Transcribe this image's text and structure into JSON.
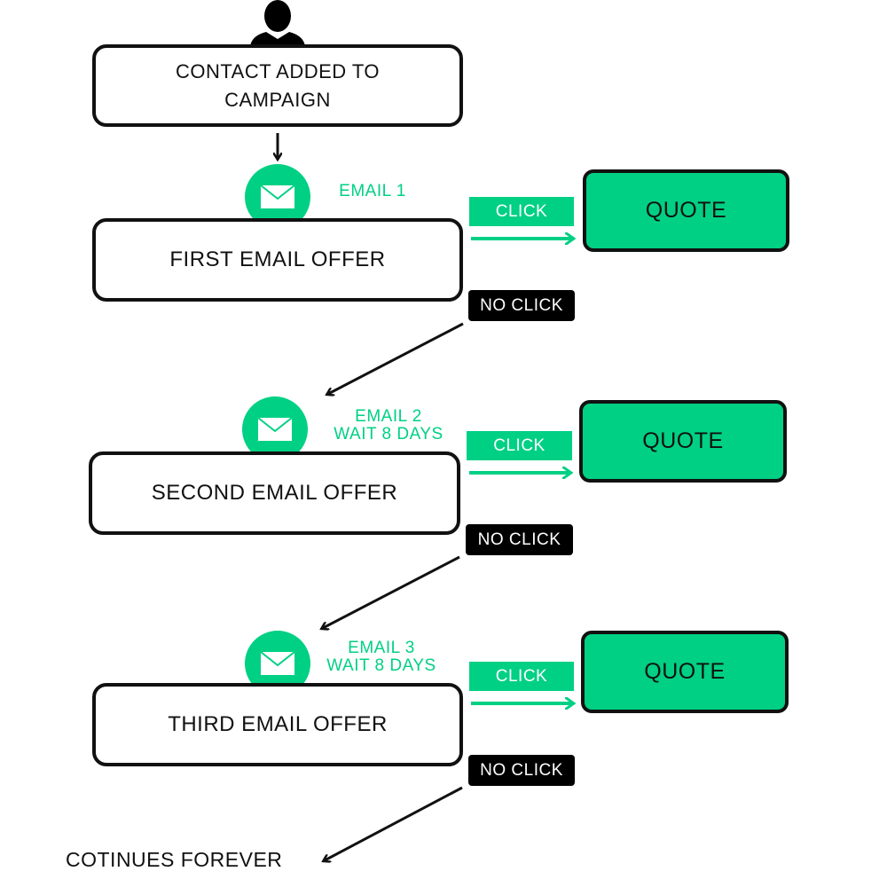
{
  "start": {
    "line1": "CONTACT ADDED TO",
    "line2": "CAMPAIGN",
    "icon": "person-icon"
  },
  "steps": [
    {
      "offer": "FIRST EMAIL OFFER",
      "email_line1": "EMAIL 1",
      "email_line2": "",
      "click": "CLICK",
      "no_click": "NO CLICK",
      "quote": "QUOTE"
    },
    {
      "offer": "SECOND EMAIL OFFER",
      "email_line1": "EMAIL 2",
      "email_line2": "WAIT 8 DAYS",
      "click": "CLICK",
      "no_click": "NO CLICK",
      "quote": "QUOTE"
    },
    {
      "offer": "THIRD EMAIL OFFER",
      "email_line1": "EMAIL 3",
      "email_line2": "WAIT 8 DAYS",
      "click": "CLICK",
      "no_click": "NO CLICK",
      "quote": "QUOTE"
    }
  ],
  "end": {
    "text": "COTINUES FOREVER"
  },
  "colors": {
    "accent": "#00d084",
    "ink": "#111111",
    "background": "#ffffff"
  }
}
